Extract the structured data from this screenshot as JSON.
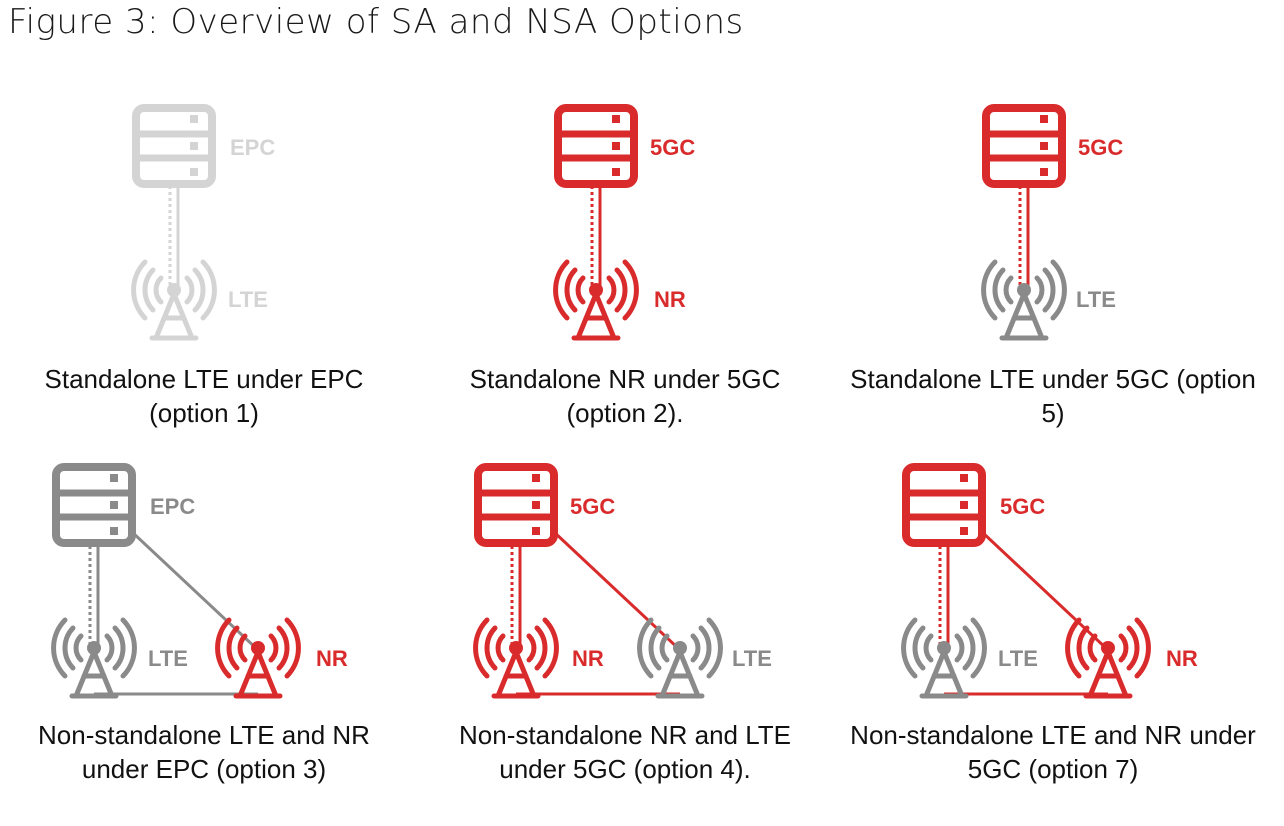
{
  "title": "Figure 3: Overview of SA and NSA Options",
  "colors": {
    "red": "#d92b2b",
    "gray": "#8a8a8a",
    "light_gray": "#d4d4d4",
    "text": "#111111"
  },
  "options": [
    {
      "core": "EPC",
      "radios": [
        "LTE"
      ],
      "caption": [
        "Standalone LTE under EPC",
        "(option 1)"
      ]
    },
    {
      "core": "5GC",
      "radios": [
        "NR"
      ],
      "caption": [
        "Standalone NR under 5GC",
        "(option 2)."
      ]
    },
    {
      "core": "5GC",
      "radios": [
        "LTE"
      ],
      "caption": [
        "Standalone LTE under 5GC (option",
        "5)"
      ]
    },
    {
      "core": "EPC",
      "radios": [
        "LTE",
        "NR"
      ],
      "caption": [
        "Non-standalone LTE and NR",
        "under EPC (option 3)"
      ]
    },
    {
      "core": "5GC",
      "radios": [
        "NR",
        "LTE"
      ],
      "caption": [
        "Non-standalone NR and LTE",
        "under 5GC (option 4)."
      ]
    },
    {
      "core": "5GC",
      "radios": [
        "LTE",
        "NR"
      ],
      "caption": [
        "Non-standalone LTE and NR under",
        "5GC (option 7)"
      ]
    }
  ]
}
